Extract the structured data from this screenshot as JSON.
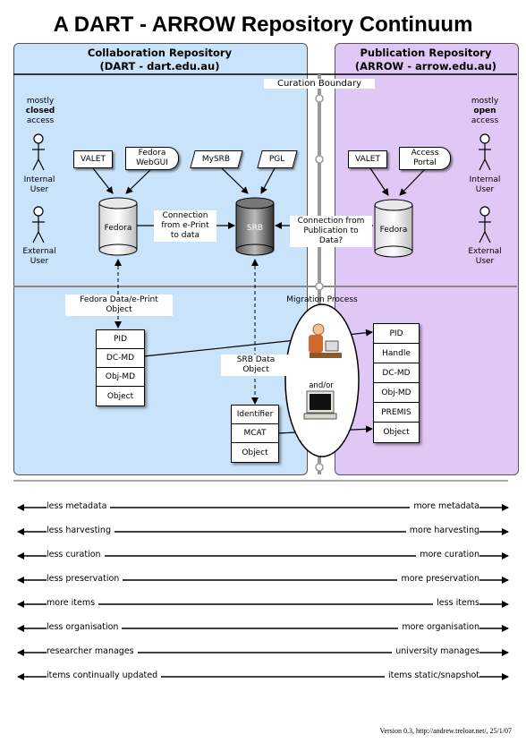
{
  "title": "A DART - ARROW Repository Continuum",
  "collab": {
    "title_line1": "Collaboration Repository",
    "title_line2": "(DART - dart.edu.au)"
  },
  "pub": {
    "title_line1": "Publication Repository",
    "title_line2": "(ARROW - arrow.edu.au)"
  },
  "curation_boundary": "Curation Boundary",
  "access_left": {
    "line1": "mostly",
    "line2": "closed",
    "line3": "access"
  },
  "access_right": {
    "line1": "mostly",
    "line2": "open",
    "line3": "access"
  },
  "users": {
    "internal": "Internal User",
    "external": "External User"
  },
  "nodes": {
    "valet": "VALET",
    "fedora_webgui": "Fedora WebGUI",
    "mysrb": "MySRB",
    "pgl": "PGL",
    "access_portal": "Access Portal",
    "fedora": "Fedora",
    "srb": "SRB"
  },
  "connections": {
    "eprint_to_data": "Connection from e-Print to data",
    "pub_to_data": "Connection from Publication to Data?",
    "fedora_object": "Fedora Data/e-Print Object",
    "srb_object": "SRB Data Object",
    "migration": "Migration Process",
    "and_or": "and/or"
  },
  "fedora_stack": [
    "PID",
    "DC-MD",
    "Obj-MD",
    "Object"
  ],
  "srb_stack": [
    "Identifier",
    "MCAT",
    "Object"
  ],
  "pub_stack": [
    "PID",
    "Handle",
    "DC-MD",
    "Obj-MD",
    "PREMIS",
    "Object"
  ],
  "continuum": [
    {
      "left": "less metadata",
      "right": "more metadata"
    },
    {
      "left": "less harvesting",
      "right": "more harvesting"
    },
    {
      "left": "less curation",
      "right": "more curation"
    },
    {
      "left": "less preservation",
      "right": "more preservation"
    },
    {
      "left": "more items",
      "right": "less items"
    },
    {
      "left": "less organisation",
      "right": "more organisation"
    },
    {
      "left": "researcher manages",
      "right": "university manages"
    },
    {
      "left": "items continually updated",
      "right": "items static/snapshot"
    }
  ],
  "footer": "Version 0.3, http://andrew.treloar.net/, 25/1/07"
}
